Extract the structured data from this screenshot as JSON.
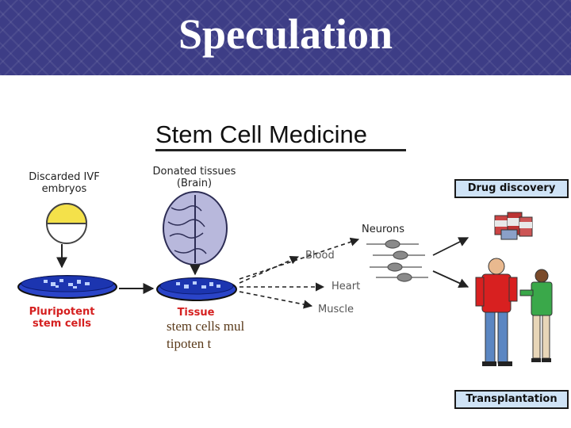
{
  "slide": {
    "title": "Speculation"
  },
  "figure": {
    "title": "Stem Cell Medicine",
    "embryos_label": [
      "Discarded IVF",
      "embryos"
    ],
    "donated_label": [
      "Donated tissues",
      "(Brain)"
    ],
    "pluripotent_label": [
      "Pluripotent",
      "stem cells"
    ],
    "tissue_label": "Tissue",
    "overlap_text": "stem cells multipoten t",
    "blood_label": "Blood",
    "heart_label": "Heart",
    "muscle_label": "Muscle",
    "neurons_label": "Neurons",
    "drug_discovery_label": "Drug discovery",
    "transplantation_label": "Transplantation"
  }
}
